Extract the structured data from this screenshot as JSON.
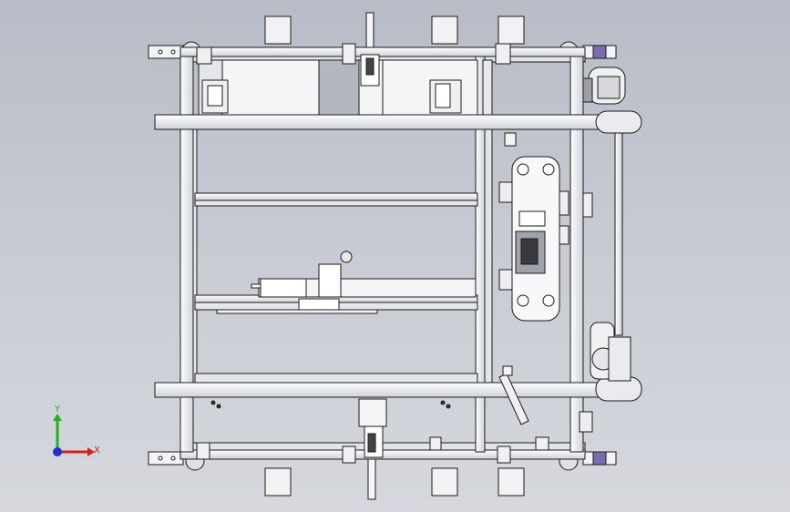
{
  "viewport": {
    "background_top": "#b8bcc6",
    "background_bottom": "#d6d8de"
  },
  "triad": {
    "x_label": "X",
    "y_label": "Y",
    "x_color": "#d42020",
    "y_color": "#20b020",
    "z_color": "#2030d0"
  },
  "colors": {
    "edge": "#1a1a1a",
    "frame_fill": "#eceef2",
    "bracket_fill": "#f4f4f6",
    "accent_purple": "#7b6bb0"
  },
  "icons": {
    "model": "cad-assembly-top-view",
    "triad": "coordinate-triad-icon"
  }
}
